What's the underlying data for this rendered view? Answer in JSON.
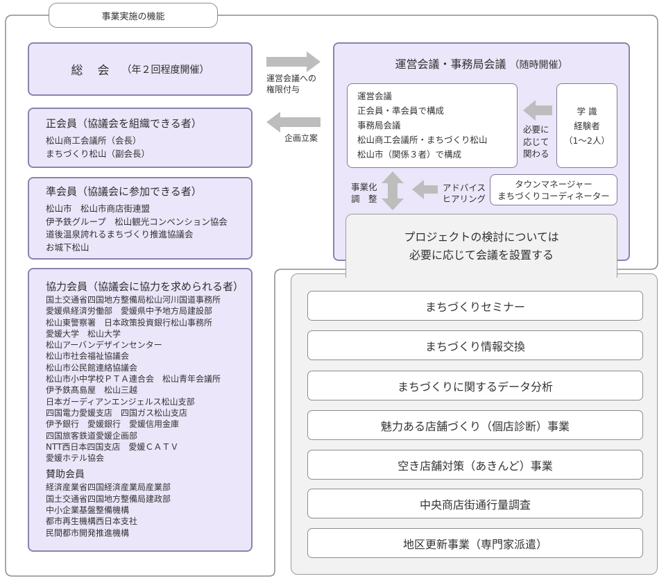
{
  "header": {
    "tab_label": "事業実施の機能"
  },
  "general_assembly": {
    "title": "総　会",
    "note": "（年２回程度開催）"
  },
  "arrows": {
    "right_label_line1": "運営会議への",
    "right_label_line2": "権限付与",
    "left_label": "企画立案",
    "needs_line1": "必要に",
    "needs_line2": "応じて",
    "needs_line3": "関わる",
    "adjust_line1": "事業化",
    "adjust_line2": "調　整",
    "advice_line1": "アドバイス",
    "advice_line2": "ヒアリング"
  },
  "regular_members": {
    "title": "正会員（協議会を組織できる者）",
    "members": [
      "松山商工会議所（会長）",
      "まちづくり松山（副会長）"
    ]
  },
  "associate_members": {
    "title": "準会員（協議会に参加できる者）",
    "members": [
      "松山市　松山市商店街連盟",
      "伊予鉄グループ　松山観光コンベンション協会",
      "道後温泉誇れるまちづくり推進協議会",
      "お城下松山"
    ]
  },
  "cooperating_members": {
    "title": "協力会員（協議会に協力を求められる者）",
    "members": [
      "国土交通省四国地方整備局松山河川国道事務所",
      "愛媛県経済労働部　愛媛県中予地方局建設部",
      "松山東警察署　日本政策投資銀行松山事務所",
      "愛媛大学　松山大学",
      "松山アーバンデザインセンター",
      "松山市社会福祉協議会",
      "松山市公民館連絡協議会",
      "松山市小中学校ＰＴＡ連合会　松山青年会議所",
      "伊予鉄髙島屋　松山三越",
      "日本ガーディアンエンジェルス松山支部",
      "四国電力愛媛支店　四国ガス松山支店",
      "伊予銀行　愛媛銀行　愛媛信用金庫",
      "四国旅客鉄道愛媛企画部",
      "NTT西日本四国支店　愛媛ＣＡＴＶ",
      "愛媛ホテル協会"
    ],
    "supporting_title": "賛助会員",
    "supporting_members": [
      "経済産業省四国経済産業局産業部",
      "国土交通省四国地方整備局建政部",
      "中小企業基盤整備機構",
      "都市再生機構西日本支社",
      "民間都市開発推進機構"
    ]
  },
  "management": {
    "title": "運営会議・事務局会議",
    "note": "（随時開催）",
    "inner": {
      "meeting_title": "運営会議",
      "meeting_desc": "正会員・準会員で構成",
      "secretariat_title": "事務局会議",
      "secretariat_desc1": "松山商工会議所・まちづくり松山",
      "secretariat_desc2": "松山市（関係３者）で構成"
    },
    "experts_line1": "学 識",
    "experts_line2": "経験者",
    "experts_line3": "（1〜2人）",
    "manager_line1": "タウンマネージャー",
    "manager_line2": "まちづくりコーディネーター"
  },
  "projects": {
    "heading_line1": "プロジェクトの検討については",
    "heading_line2": "必要に応じて会議を設置する",
    "items": [
      "まちづくりセミナー",
      "まちづくり情報交換",
      "まちづくりに関するデータ分析",
      "魅力ある店舗づくり（個店診断）事業",
      "空き店舗対策（あきんど）事業",
      "中央商店街通行量調査",
      "地区更新事業（専門家派遣）"
    ]
  }
}
